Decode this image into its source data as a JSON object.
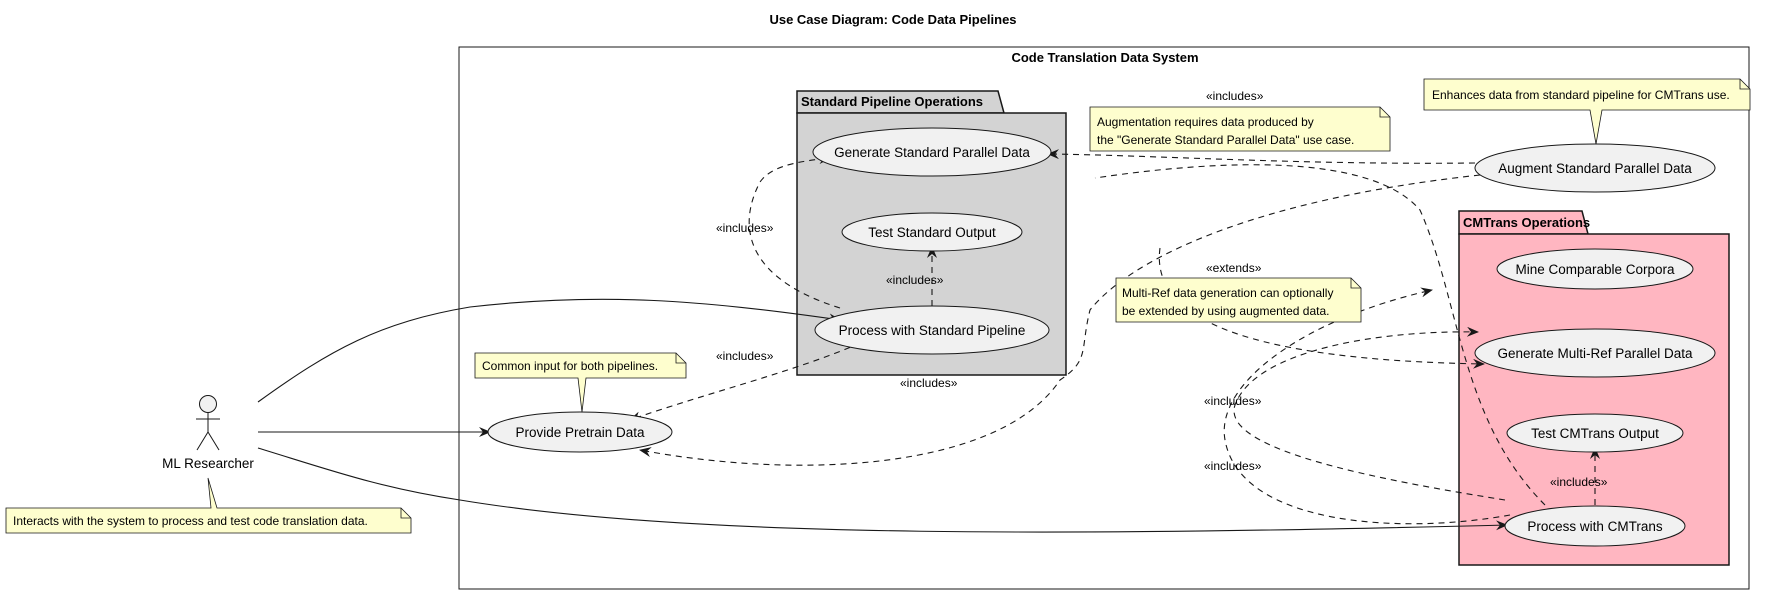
{
  "title": "Use Case Diagram: Code Data Pipelines",
  "system": {
    "title": "Code Translation Data System"
  },
  "packages": {
    "standard": {
      "title": "Standard Pipeline Operations",
      "fill": "#d3d3d3"
    },
    "cmtrans": {
      "title": "CMTrans Operations",
      "fill": "#ffb6c1"
    }
  },
  "actor": {
    "name": "ML Researcher"
  },
  "use_cases": {
    "gen_std": "Generate Standard Parallel Data",
    "test_std": "Test Standard Output",
    "proc_std": "Process with Standard Pipeline",
    "pretrain": "Provide Pretrain Data",
    "augment": "Augment Standard Parallel Data",
    "mine": "Mine Comparable Corpora",
    "multiref": "Generate Multi-Ref Parallel Data",
    "test_cm": "Test CMTrans Output",
    "proc_cm": "Process with CMTrans"
  },
  "relation_labels": {
    "includes": "«includes»",
    "extends": "«extends»"
  },
  "notes": {
    "augment_req": [
      "Augmentation requires data produced by",
      "the \"Generate Standard Parallel Data\" use case."
    ],
    "enhances": [
      "Enhances data from standard pipeline for CMTrans use."
    ],
    "multiref": [
      "Multi-Ref data generation can optionally",
      "be extended by using augmented data."
    ],
    "common": [
      "Common input for both pipelines."
    ],
    "actor": [
      "Interacts with the system to process and test code translation data."
    ]
  },
  "colors": {
    "usecase_fill": "#f1f1f1",
    "note_fill": "#fefece",
    "stroke": "#181818"
  }
}
